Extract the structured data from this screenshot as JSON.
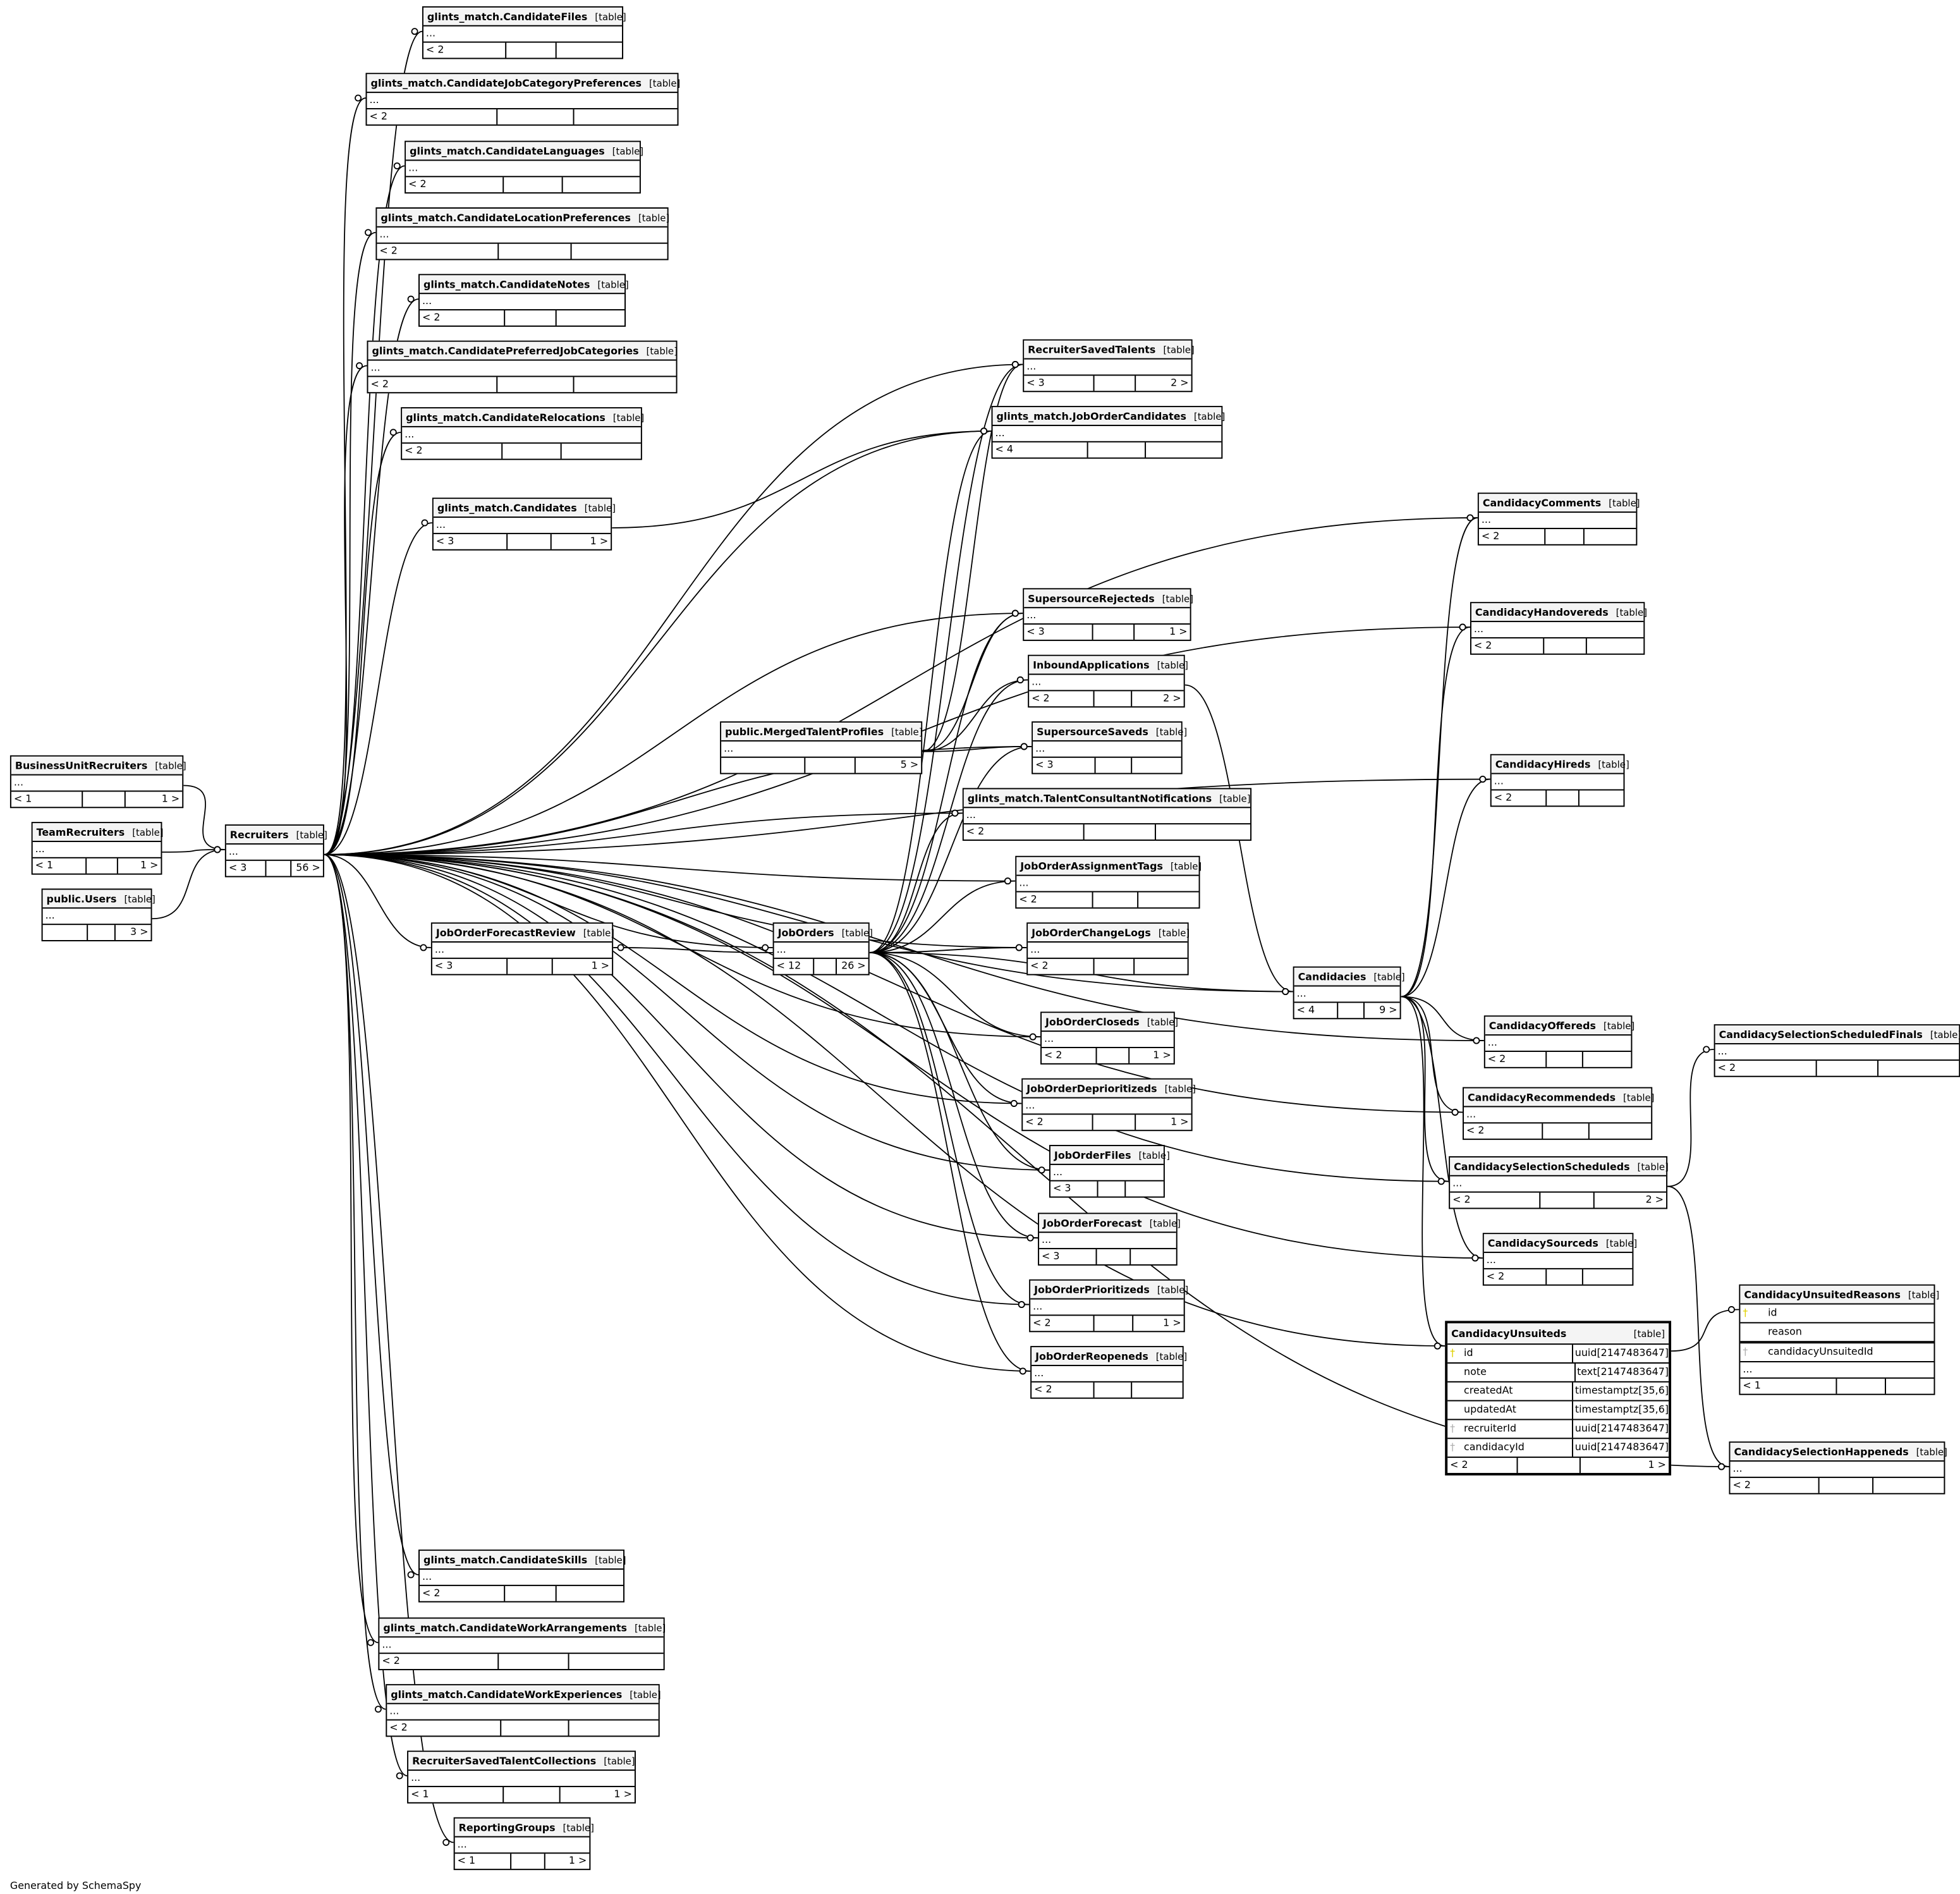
{
  "tables": [
    {
      "name": "glints_match.CandidateFiles",
      "kind": "[table]",
      "more": "...",
      "foot": [
        "< 2",
        "",
        ""
      ]
    },
    {
      "name": "glints_match.CandidateJobCategoryPreferences",
      "kind": "[table]",
      "more": "...",
      "foot": [
        "< 2",
        "",
        ""
      ]
    },
    {
      "name": "glints_match.CandidateLanguages",
      "kind": "[table]",
      "more": "...",
      "foot": [
        "< 2",
        "",
        ""
      ]
    },
    {
      "name": "glints_match.CandidateLocationPreferences",
      "kind": "[table]",
      "more": "...",
      "foot": [
        "< 2",
        "",
        ""
      ]
    },
    {
      "name": "glints_match.CandidateNotes",
      "kind": "[table]",
      "more": "...",
      "foot": [
        "< 2",
        "",
        ""
      ]
    },
    {
      "name": "glints_match.CandidatePreferredJobCategories",
      "kind": "[table]",
      "more": "...",
      "foot": [
        "< 2",
        "",
        ""
      ]
    },
    {
      "name": "glints_match.CandidateRelocations",
      "kind": "[table]",
      "more": "...",
      "foot": [
        "< 2",
        "",
        ""
      ]
    },
    {
      "name": "glints_match.Candidates",
      "kind": "[table]",
      "more": "...",
      "foot": [
        "< 3",
        "",
        "1 >"
      ]
    },
    {
      "name": "RecruiterSavedTalents",
      "kind": "[table]",
      "more": "...",
      "foot": [
        "< 3",
        "",
        "2 >"
      ]
    },
    {
      "name": "glints_match.JobOrderCandidates",
      "kind": "[table]",
      "more": "...",
      "foot": [
        "< 4",
        "",
        ""
      ]
    },
    {
      "name": "CandidacyComments",
      "kind": "[table]",
      "more": "...",
      "foot": [
        "< 2",
        "",
        ""
      ]
    },
    {
      "name": "CandidacyHandovereds",
      "kind": "[table]",
      "more": "...",
      "foot": [
        "< 2",
        "",
        ""
      ]
    },
    {
      "name": "SupersourceRejecteds",
      "kind": "[table]",
      "more": "...",
      "foot": [
        "< 3",
        "",
        "1 >"
      ]
    },
    {
      "name": "InboundApplications",
      "kind": "[table]",
      "more": "...",
      "foot": [
        "< 2",
        "",
        "2 >"
      ]
    },
    {
      "name": "public.MergedTalentProfiles",
      "kind": "[table]",
      "more": "...",
      "foot": [
        "",
        "",
        "5 >"
      ]
    },
    {
      "name": "SupersourceSaveds",
      "kind": "[table]",
      "more": "...",
      "foot": [
        "< 3",
        "",
        ""
      ]
    },
    {
      "name": "CandidacyHireds",
      "kind": "[table]",
      "more": "...",
      "foot": [
        "< 2",
        "",
        ""
      ]
    },
    {
      "name": "glints_match.TalentConsultantNotifications",
      "kind": "[table]",
      "more": "...",
      "foot": [
        "< 2",
        "",
        ""
      ]
    },
    {
      "name": "JobOrderAssignmentTags",
      "kind": "[table]",
      "more": "...",
      "foot": [
        "< 2",
        "",
        ""
      ]
    },
    {
      "name": "JobOrderChangeLogs",
      "kind": "[table]",
      "more": "...",
      "foot": [
        "< 2",
        "",
        ""
      ]
    },
    {
      "name": "BusinessUnitRecruiters",
      "kind": "[table]",
      "more": "...",
      "foot": [
        "< 1",
        "",
        "1 >"
      ]
    },
    {
      "name": "TeamRecruiters",
      "kind": "[table]",
      "more": "...",
      "foot": [
        "< 1",
        "",
        "1 >"
      ]
    },
    {
      "name": "public.Users",
      "kind": "[table]",
      "more": "...",
      "foot": [
        "",
        "",
        "3 >"
      ]
    },
    {
      "name": "Recruiters",
      "kind": "[table]",
      "more": "...",
      "foot": [
        "< 3",
        "",
        "56 >"
      ]
    },
    {
      "name": "JobOrderForecastReview",
      "kind": "[table]",
      "more": "...",
      "foot": [
        "< 3",
        "",
        "1 >"
      ]
    },
    {
      "name": "JobOrders",
      "kind": "[table]",
      "more": "...",
      "foot": [
        "< 12",
        "",
        "26 >"
      ]
    },
    {
      "name": "Candidacies",
      "kind": "[table]",
      "more": "...",
      "foot": [
        "< 4",
        "",
        "9 >"
      ]
    },
    {
      "name": "CandidacySelectionScheduledFinals",
      "kind": "[table]",
      "more": "...",
      "foot": [
        "< 2",
        "",
        ""
      ]
    },
    {
      "name": "CandidacyOffereds",
      "kind": "[table]",
      "more": "...",
      "foot": [
        "< 2",
        "",
        ""
      ]
    },
    {
      "name": "JobOrderCloseds",
      "kind": "[table]",
      "more": "...",
      "foot": [
        "< 2",
        "",
        "1 >"
      ]
    },
    {
      "name": "JobOrderDeprioritizeds",
      "kind": "[table]",
      "more": "...",
      "foot": [
        "< 2",
        "",
        "1 >"
      ]
    },
    {
      "name": "CandidacyRecommendeds",
      "kind": "[table]",
      "more": "...",
      "foot": [
        "< 2",
        "",
        ""
      ]
    },
    {
      "name": "JobOrderFiles",
      "kind": "[table]",
      "more": "...",
      "foot": [
        "< 3",
        "",
        ""
      ]
    },
    {
      "name": "CandidacySelectionScheduleds",
      "kind": "[table]",
      "more": "...",
      "foot": [
        "< 2",
        "",
        "2 >"
      ]
    },
    {
      "name": "JobOrderForecast",
      "kind": "[table]",
      "more": "...",
      "foot": [
        "< 3",
        "",
        ""
      ]
    },
    {
      "name": "CandidacySourceds",
      "kind": "[table]",
      "more": "...",
      "foot": [
        "< 2",
        "",
        ""
      ]
    },
    {
      "name": "JobOrderPrioritizeds",
      "kind": "[table]",
      "more": "...",
      "foot": [
        "< 2",
        "",
        "1 >"
      ]
    },
    {
      "name": "JobOrderReopeneds",
      "kind": "[table]",
      "more": "...",
      "foot": [
        "< 2",
        "",
        ""
      ]
    },
    {
      "name": "CandidacySelectionHappeneds",
      "kind": "[table]",
      "more": "...",
      "foot": [
        "< 2",
        "",
        ""
      ]
    },
    {
      "name": "glints_match.CandidateSkills",
      "kind": "[table]",
      "more": "...",
      "foot": [
        "< 2",
        "",
        ""
      ]
    },
    {
      "name": "glints_match.CandidateWorkArrangements",
      "kind": "[table]",
      "more": "...",
      "foot": [
        "< 2",
        "",
        ""
      ]
    },
    {
      "name": "glints_match.CandidateWorkExperiences",
      "kind": "[table]",
      "more": "...",
      "foot": [
        "< 2",
        "",
        ""
      ]
    },
    {
      "name": "RecruiterSavedTalentCollections",
      "kind": "[table]",
      "more": "...",
      "foot": [
        "< 1",
        "",
        "1 >"
      ]
    },
    {
      "name": "ReportingGroups",
      "kind": "[table]",
      "more": "...",
      "foot": [
        "< 1",
        "",
        "1 >"
      ]
    }
  ],
  "unsuitedReasons": {
    "name": "CandidacyUnsuitedReasons",
    "kind": "[table]",
    "columns": [
      {
        "key": "pk",
        "name": "id"
      },
      {
        "key": "",
        "name": "reason"
      },
      {
        "key": "fk",
        "name": "candidacyUnsuitedId"
      }
    ],
    "more": "...",
    "foot": [
      "< 1",
      "",
      ""
    ]
  },
  "focus": {
    "name": "CandidacyUnsuiteds",
    "kind": "[table]",
    "columns": [
      {
        "key": "pk",
        "name": "id",
        "type": "uuid[2147483647]"
      },
      {
        "key": "",
        "name": "note",
        "type": "text[2147483647]"
      },
      {
        "key": "",
        "name": "createdAt",
        "type": "timestamptz[35,6]"
      },
      {
        "key": "",
        "name": "updatedAt",
        "type": "timestamptz[35,6]"
      },
      {
        "key": "fk",
        "name": "recruiterId",
        "type": "uuid[2147483647]"
      },
      {
        "key": "fk",
        "name": "candidacyId",
        "type": "uuid[2147483647]"
      }
    ],
    "foot": [
      "< 2",
      "",
      "1 >"
    ]
  },
  "relationships": [
    [
      "Recruiters",
      "glints_match.CandidateFiles"
    ],
    [
      "Recruiters",
      "glints_match.CandidateJobCategoryPreferences"
    ],
    [
      "Recruiters",
      "glints_match.CandidateLanguages"
    ],
    [
      "Recruiters",
      "glints_match.CandidateLocationPreferences"
    ],
    [
      "Recruiters",
      "glints_match.CandidateNotes"
    ],
    [
      "Recruiters",
      "glints_match.CandidatePreferredJobCategories"
    ],
    [
      "Recruiters",
      "glints_match.CandidateRelocations"
    ],
    [
      "Recruiters",
      "glints_match.Candidates"
    ],
    [
      "Recruiters",
      "RecruiterSavedTalents"
    ],
    [
      "Recruiters",
      "glints_match.JobOrderCandidates"
    ],
    [
      "Recruiters",
      "CandidacyComments"
    ],
    [
      "Recruiters",
      "CandidacyHandovereds"
    ],
    [
      "Recruiters",
      "SupersourceRejecteds"
    ],
    [
      "Recruiters",
      "SupersourceSaveds"
    ],
    [
      "Recruiters",
      "CandidacyHireds"
    ],
    [
      "Recruiters",
      "glints_match.TalentConsultantNotifications"
    ],
    [
      "Recruiters",
      "JobOrderAssignmentTags"
    ],
    [
      "Recruiters",
      "JobOrderChangeLogs"
    ],
    [
      "Recruiters",
      "JobOrderForecastReview"
    ],
    [
      "Recruiters",
      "JobOrders"
    ],
    [
      "Recruiters",
      "Candidacies"
    ],
    [
      "Recruiters",
      "JobOrderCloseds"
    ],
    [
      "Recruiters",
      "JobOrderDeprioritizeds"
    ],
    [
      "Recruiters",
      "JobOrderFiles"
    ],
    [
      "Recruiters",
      "JobOrderForecast"
    ],
    [
      "Recruiters",
      "JobOrderPrioritizeds"
    ],
    [
      "Recruiters",
      "JobOrderReopeneds"
    ],
    [
      "Recruiters",
      "CandidacyOffereds"
    ],
    [
      "Recruiters",
      "CandidacyRecommendeds"
    ],
    [
      "Recruiters",
      "CandidacySelectionScheduleds"
    ],
    [
      "Recruiters",
      "CandidacySourceds"
    ],
    [
      "Recruiters",
      "CandidacyUnsuiteds"
    ],
    [
      "Recruiters",
      "CandidacySelectionHappeneds"
    ],
    [
      "Recruiters",
      "glints_match.CandidateSkills"
    ],
    [
      "Recruiters",
      "glints_match.CandidateWorkArrangements"
    ],
    [
      "Recruiters",
      "glints_match.CandidateWorkExperiences"
    ],
    [
      "Recruiters",
      "RecruiterSavedTalentCollections"
    ],
    [
      "Recruiters",
      "ReportingGroups"
    ],
    [
      "BusinessUnitRecruiters",
      "Recruiters"
    ],
    [
      "TeamRecruiters",
      "Recruiters"
    ],
    [
      "public.Users",
      "Recruiters"
    ],
    [
      "glints_match.Candidates",
      "glints_match.JobOrderCandidates"
    ],
    [
      "public.MergedTalentProfiles",
      "RecruiterSavedTalents"
    ],
    [
      "public.MergedTalentProfiles",
      "SupersourceRejecteds"
    ],
    [
      "public.MergedTalentProfiles",
      "InboundApplications"
    ],
    [
      "public.MergedTalentProfiles",
      "SupersourceSaveds"
    ],
    [
      "JobOrders",
      "RecruiterSavedTalents"
    ],
    [
      "JobOrders",
      "glints_match.JobOrderCandidates"
    ],
    [
      "JobOrders",
      "SupersourceRejecteds"
    ],
    [
      "JobOrders",
      "InboundApplications"
    ],
    [
      "JobOrders",
      "SupersourceSaveds"
    ],
    [
      "JobOrders",
      "glints_match.TalentConsultantNotifications"
    ],
    [
      "JobOrders",
      "JobOrderAssignmentTags"
    ],
    [
      "JobOrders",
      "JobOrderChangeLogs"
    ],
    [
      "JobOrders",
      "Candidacies"
    ],
    [
      "JobOrders",
      "JobOrderCloseds"
    ],
    [
      "JobOrders",
      "JobOrderDeprioritizeds"
    ],
    [
      "JobOrders",
      "JobOrderFiles"
    ],
    [
      "JobOrders",
      "JobOrderForecast"
    ],
    [
      "JobOrders",
      "JobOrderPrioritizeds"
    ],
    [
      "JobOrders",
      "JobOrderReopeneds"
    ],
    [
      "JobOrders",
      "JobOrderForecastReview"
    ],
    [
      "InboundApplications",
      "Candidacies"
    ],
    [
      "Candidacies",
      "CandidacyComments"
    ],
    [
      "Candidacies",
      "CandidacyHandovereds"
    ],
    [
      "Candidacies",
      "CandidacyHireds"
    ],
    [
      "Candidacies",
      "CandidacyOffereds"
    ],
    [
      "Candidacies",
      "CandidacyRecommendeds"
    ],
    [
      "Candidacies",
      "CandidacySelectionScheduleds"
    ],
    [
      "Candidacies",
      "CandidacySourceds"
    ],
    [
      "Candidacies",
      "CandidacyUnsuiteds"
    ],
    [
      "CandidacySelectionScheduleds",
      "CandidacySelectionScheduledFinals"
    ],
    [
      "CandidacySelectionScheduleds",
      "CandidacySelectionHappeneds"
    ],
    [
      "CandidacyUnsuiteds",
      "CandidacyUnsuitedReasons"
    ]
  ],
  "footer": "Generated by SchemaSpy"
}
